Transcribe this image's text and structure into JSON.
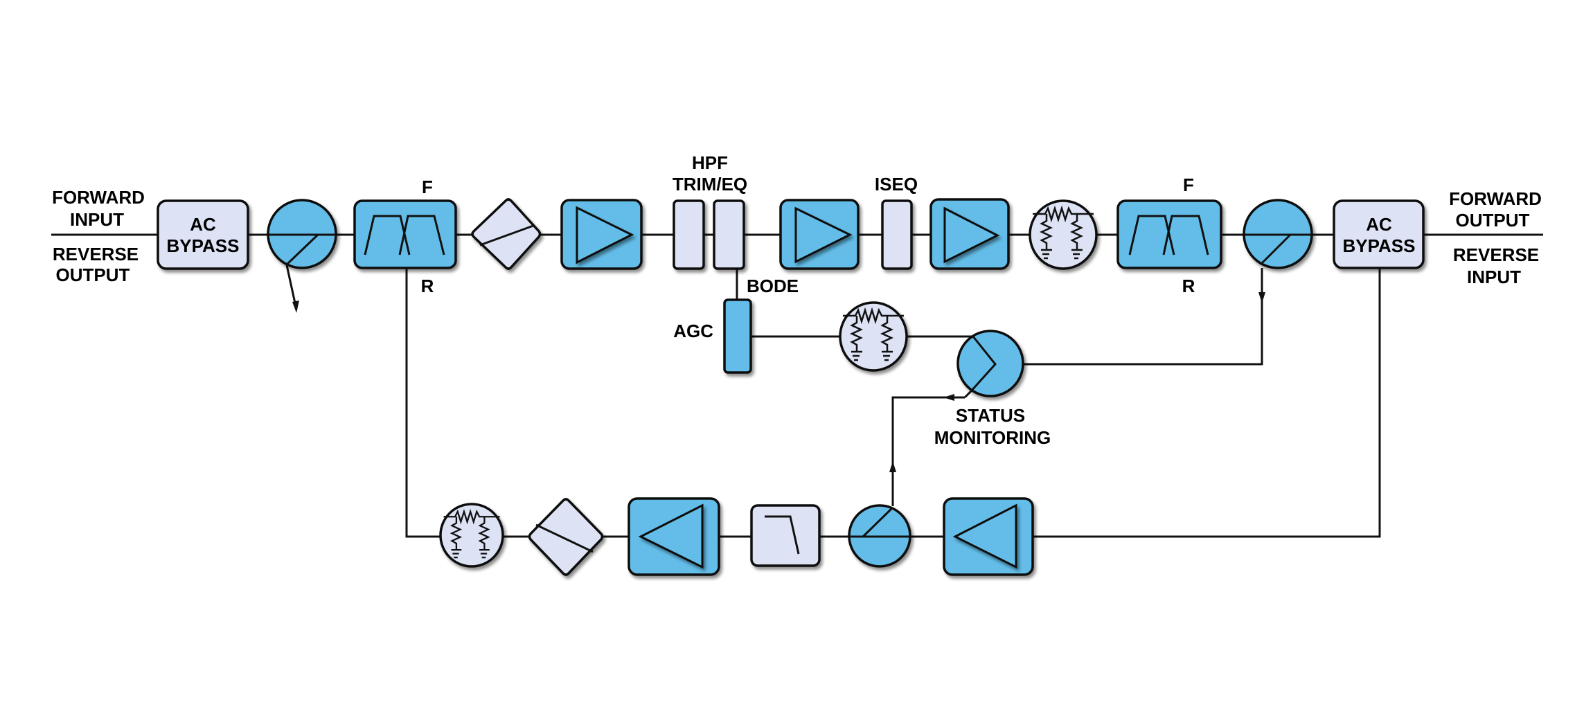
{
  "diagram": {
    "title": "Forward/Reverse amplifier signal path block diagram",
    "colors": {
      "active_block": "#63bde8",
      "passive_block": "#dde3f4",
      "line": "#111111",
      "text": "#000000"
    },
    "labels": {
      "left_top_1": "FORWARD",
      "left_top_2": "INPUT",
      "left_bottom_1": "REVERSE",
      "left_bottom_2": "OUTPUT",
      "right_top_1": "FORWARD",
      "right_top_2": "OUTPUT",
      "right_bottom_1": "REVERSE",
      "right_bottom_2": "INPUT",
      "ac_bypass_left_1": "AC",
      "ac_bypass_left_2": "BYPASS",
      "ac_bypass_right_1": "AC",
      "ac_bypass_right_2": "BYPASS",
      "diplex_left_f": "F",
      "diplex_left_r": "R",
      "diplex_right_f": "F",
      "diplex_right_r": "R",
      "hpf_1": "HPF",
      "hpf_2": "TRIM/EQ",
      "iseq": "ISEQ",
      "bode": "BODE",
      "agc": "AGC",
      "status_1": "STATUS",
      "status_2": "MONITORING"
    },
    "forward_chain": [
      "ac-bypass",
      "directional-coupler",
      "diplex-filter",
      "equalizer",
      "forward-amplifier",
      "hpf-trim-eq",
      "bode-equalizer",
      "forward-amplifier",
      "interstage-equalizer",
      "forward-amplifier",
      "attenuator-pad",
      "diplex-filter",
      "directional-coupler",
      "ac-bypass"
    ],
    "reverse_chain": [
      "ac-bypass",
      "reverse-amplifier",
      "directional-coupler",
      "low-pass-filter",
      "reverse-amplifier",
      "equalizer",
      "attenuator-pad",
      "diplex-filter"
    ],
    "control_chain": [
      "bode-equalizer",
      "agc",
      "attenuator-pad",
      "status-monitoring"
    ]
  }
}
